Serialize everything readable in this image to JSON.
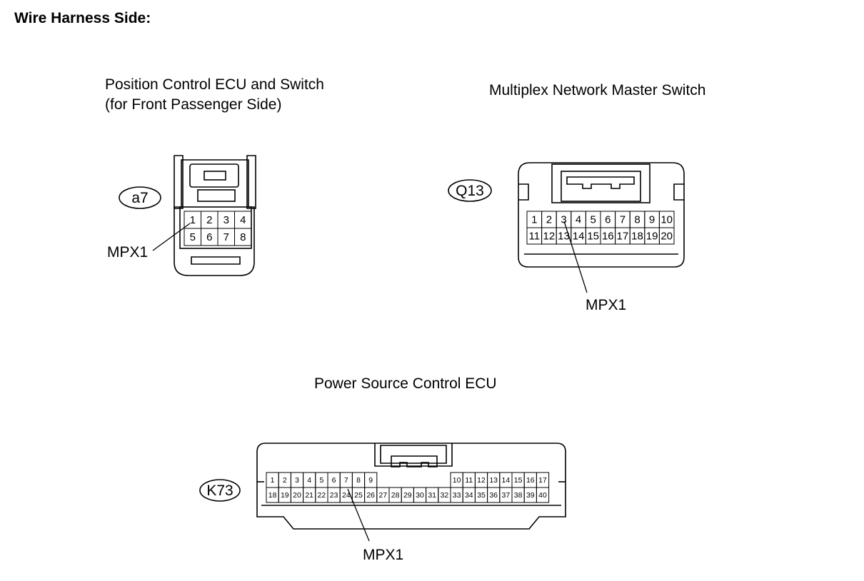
{
  "heading": "Wire Harness Side:",
  "connectors": [
    {
      "id": "a7",
      "caption_lines": [
        "Position Control ECU and Switch",
        "(for Front Passenger Side)"
      ],
      "pins": [
        "1",
        "2",
        "3",
        "4",
        "5",
        "6",
        "7",
        "8"
      ],
      "callout": "MPX1",
      "callout_pin": "1"
    },
    {
      "id": "Q13",
      "caption_lines": [
        "Multiplex Network Master Switch"
      ],
      "pins": [
        "1",
        "2",
        "3",
        "4",
        "5",
        "6",
        "7",
        "8",
        "9",
        "10",
        "11",
        "12",
        "13",
        "14",
        "15",
        "16",
        "17",
        "18",
        "19",
        "20"
      ],
      "callout": "MPX1",
      "callout_pin": "3"
    },
    {
      "id": "K73",
      "caption_lines": [
        "Power Source Control ECU"
      ],
      "pins": [
        "1",
        "2",
        "3",
        "4",
        "5",
        "6",
        "7",
        "8",
        "9",
        "10",
        "11",
        "12",
        "13",
        "14",
        "15",
        "16",
        "17",
        "18",
        "19",
        "20",
        "21",
        "22",
        "23",
        "24",
        "25",
        "26",
        "27",
        "28",
        "29",
        "30",
        "31",
        "32",
        "33",
        "34",
        "35",
        "36",
        "37",
        "38",
        "39",
        "40"
      ],
      "callout": "MPX1",
      "callout_pin": "24"
    }
  ]
}
